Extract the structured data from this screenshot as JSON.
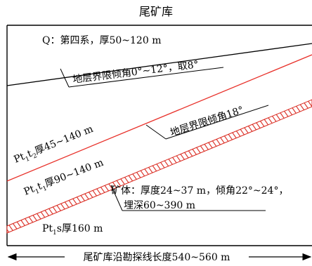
{
  "title": "尾矿库",
  "layers": {
    "quaternary": "Q：第四系，厚50~120 m",
    "boundary_upper": "地层界限倾角0°~12°，取8°",
    "boundary_lower": "地层界限倾角18°",
    "pt_t2": {
      "base": "Pt",
      "sub1": "1",
      "mid": "t",
      "sub2": "2",
      "suffix": "厚45~140 m"
    },
    "pt_t1": {
      "base": "Pt",
      "sub1": "1",
      "mid": "t",
      "sub2": "1",
      "suffix": "厚90~140 m"
    },
    "pt_s": {
      "base": "Pt",
      "sub1": "1",
      "suffix": "s厚160 m"
    }
  },
  "orebody": {
    "line1": "矿体：厚度24~37 m，倾角22°~24°，",
    "line2": "埋深60~390 m"
  },
  "dimension_label": "尾矿库沿勘探线长度540~560 m",
  "colors": {
    "boundary_red": "#e8322b",
    "ore_red": "#d9261c",
    "line": "#000000"
  }
}
